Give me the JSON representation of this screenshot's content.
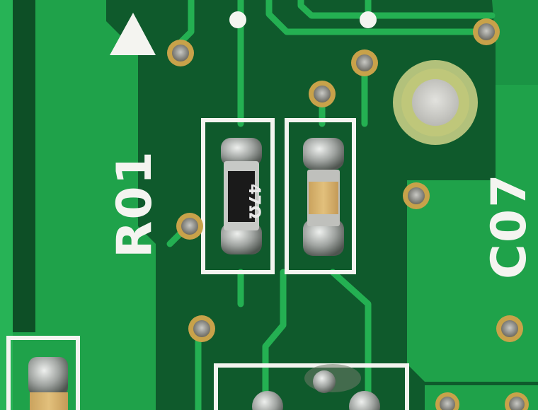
{
  "silkscreen": {
    "resistor_designator": "R01",
    "capacitor_designator": "C07",
    "resistor_code": "47Ω"
  },
  "colors": {
    "board_dark": "#0f5a2c",
    "copper_pour": "#1fa24a",
    "trace": "#24b052",
    "silk": "#f4f4f0",
    "via_ring": "#c8a24a",
    "solder": "#b9bcb8",
    "resistor_body": "#1a1a1a",
    "capacitor_body": "#d8b16a"
  }
}
